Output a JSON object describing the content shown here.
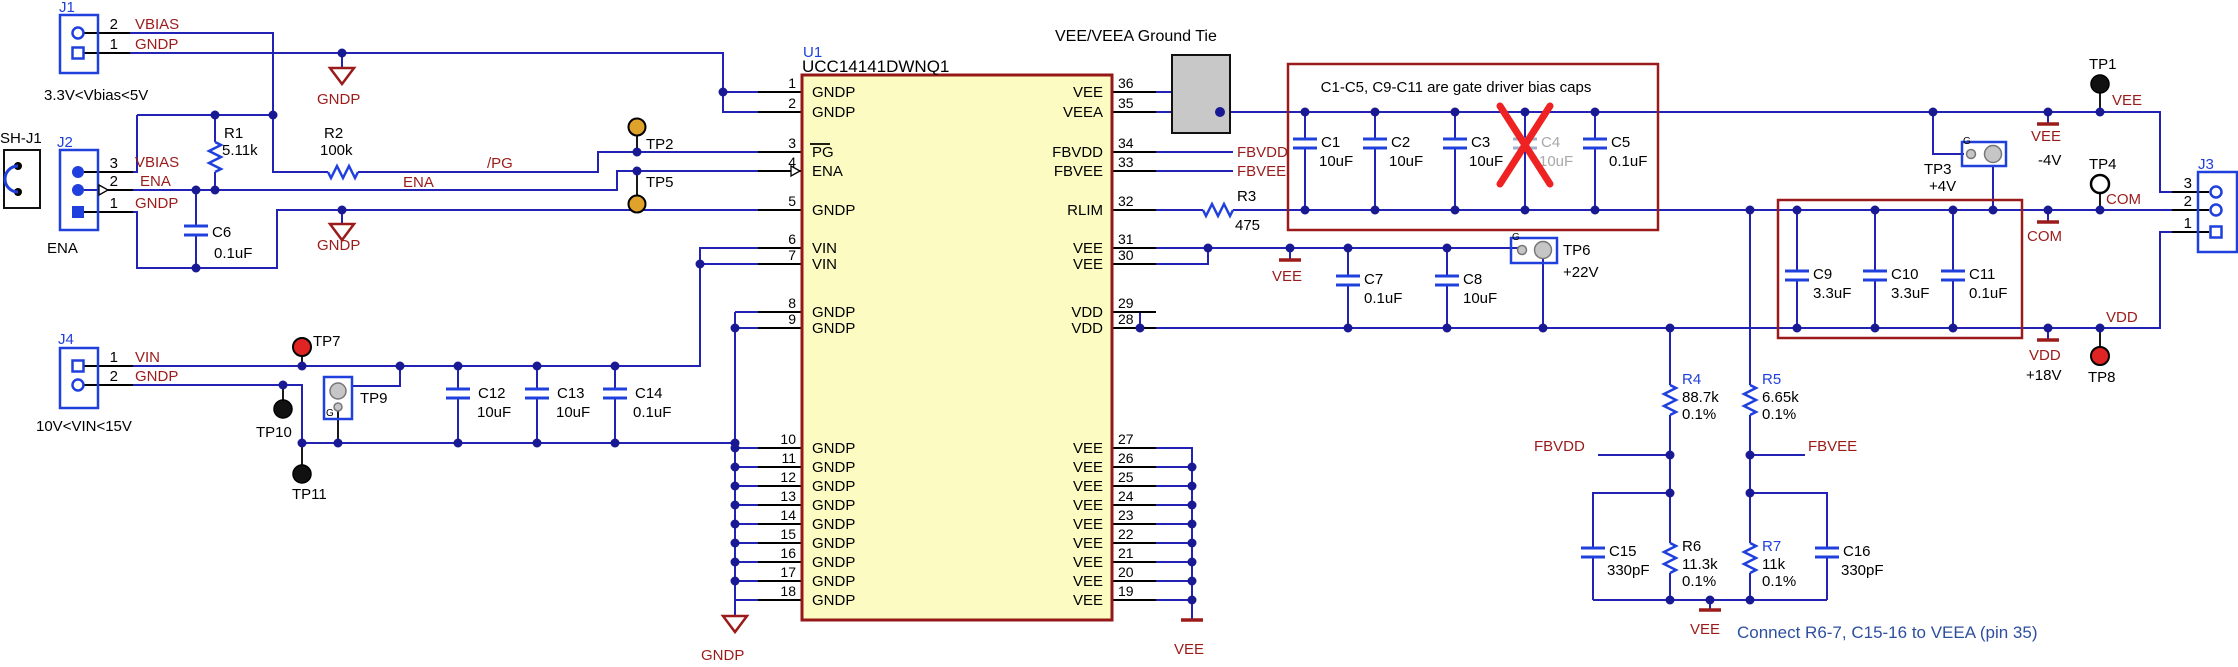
{
  "ic": {
    "ref": "U1",
    "part": "UCC14141DWNQ1",
    "left_pins": [
      [
        "1",
        "GNDP"
      ],
      [
        "2",
        "GNDP"
      ],
      [
        "3",
        "PG"
      ],
      [
        "4",
        "ENA"
      ],
      [
        "5",
        "GNDP"
      ],
      [
        "6",
        "VIN"
      ],
      [
        "7",
        "VIN"
      ],
      [
        "8",
        "GNDP"
      ],
      [
        "9",
        "GNDP"
      ],
      [
        "10",
        "GNDP"
      ],
      [
        "11",
        "GNDP"
      ],
      [
        "12",
        "GNDP"
      ],
      [
        "13",
        "GNDP"
      ],
      [
        "14",
        "GNDP"
      ],
      [
        "15",
        "GNDP"
      ],
      [
        "16",
        "GNDP"
      ],
      [
        "17",
        "GNDP"
      ],
      [
        "18",
        "GNDP"
      ]
    ],
    "right_pins": [
      [
        "36",
        "VEE"
      ],
      [
        "35",
        "VEEA"
      ],
      [
        "34",
        "FBVDD"
      ],
      [
        "33",
        "FBVEE"
      ],
      [
        "32",
        "RLIM"
      ],
      [
        "31",
        "VEE"
      ],
      [
        "30",
        "VEE"
      ],
      [
        "29",
        "VDD"
      ],
      [
        "28",
        "VDD"
      ],
      [
        "27",
        "VEE"
      ],
      [
        "26",
        "VEE"
      ],
      [
        "25",
        "VEE"
      ],
      [
        "24",
        "VEE"
      ],
      [
        "23",
        "VEE"
      ],
      [
        "22",
        "VEE"
      ],
      [
        "21",
        "VEE"
      ],
      [
        "20",
        "VEE"
      ],
      [
        "19",
        "VEE"
      ]
    ]
  },
  "connectors": {
    "j1": {
      "ref": "J1",
      "range_note": "3.3V<Vbias<5V",
      "pin_numbers": [
        "2",
        "1"
      ],
      "pin_nets": [
        "VBIAS",
        "GNDP"
      ]
    },
    "j2": {
      "ref": "J2",
      "name_note": "ENA",
      "pin_numbers": [
        "3",
        "2",
        "1"
      ],
      "pin_nets": [
        "VBIAS",
        "ENA",
        "GNDP"
      ]
    },
    "j4": {
      "ref": "J4",
      "range_note": "10V<VIN<15V",
      "pin_numbers": [
        "1",
        "2"
      ],
      "pin_nets": [
        "VIN",
        "GNDP"
      ]
    },
    "j3": {
      "ref": "J3",
      "pin_numbers": [
        "3",
        "2",
        "1"
      ]
    },
    "shunt": {
      "ref": "SH-J1"
    }
  },
  "resistors": {
    "r1": {
      "ref": "R1",
      "value": "5.11k"
    },
    "r2": {
      "ref": "R2",
      "value": "100k"
    },
    "r3": {
      "ref": "R3",
      "value": "475"
    },
    "r4": {
      "ref": "R4",
      "value": "88.7k",
      "tolerance": "0.1%"
    },
    "r5": {
      "ref": "R5",
      "value": "6.65k",
      "tolerance": "0.1%"
    },
    "r6": {
      "ref": "R6",
      "value": "11.3k",
      "tolerance": "0.1%"
    },
    "r7": {
      "ref": "R7",
      "value": "11k",
      "tolerance": "0.1%"
    }
  },
  "capacitors": {
    "c1": {
      "ref": "C1",
      "value": "10uF"
    },
    "c2": {
      "ref": "C2",
      "value": "10uF"
    },
    "c3": {
      "ref": "C3",
      "value": "10uF"
    },
    "c4": {
      "ref": "C4",
      "value": "10uF",
      "status": "crossed-out"
    },
    "c5": {
      "ref": "C5",
      "value": "0.1uF"
    },
    "c6": {
      "ref": "C6",
      "value": "0.1uF"
    },
    "c7": {
      "ref": "C7",
      "value": "0.1uF"
    },
    "c8": {
      "ref": "C8",
      "value": "10uF"
    },
    "c9": {
      "ref": "C9",
      "value": "3.3uF"
    },
    "c10": {
      "ref": "C10",
      "value": "3.3uF"
    },
    "c11": {
      "ref": "C11",
      "value": "0.1uF"
    },
    "c12": {
      "ref": "C12",
      "value": "10uF"
    },
    "c13": {
      "ref": "C13",
      "value": "10uF"
    },
    "c14": {
      "ref": "C14",
      "value": "0.1uF"
    },
    "c15": {
      "ref": "C15",
      "value": "330pF"
    },
    "c16": {
      "ref": "C16",
      "value": "330pF"
    }
  },
  "test_points": {
    "tp1": "TP1",
    "tp2": "TP2",
    "tp3": "TP3",
    "tp4": "TP4",
    "tp5": "TP5",
    "tp6": "TP6",
    "tp7": "TP7",
    "tp8": "TP8",
    "tp9": "TP9",
    "tp10": "TP10",
    "tp11": "TP11",
    "ground_pad": "G"
  },
  "voltages": {
    "tp3": "+4V",
    "tp6": "+22V",
    "vee_rail": "-4V",
    "vdd_rail": "+18V"
  },
  "net_labels": {
    "vbias": "VBIAS",
    "gndp": "GNDP",
    "ena": "ENA",
    "pg": "/PG",
    "vin": "VIN",
    "vee": "VEE",
    "com": "COM",
    "vdd": "VDD",
    "fbvdd": "FBVDD",
    "fbvee": "FBVEE"
  },
  "notes": {
    "ground_tie": "VEE/VEEA Ground Tie",
    "bias_caps": "C1-C5, C9-C11 are gate driver bias caps",
    "feedback": "Connect R6-7, C15-16 to VEEA (pin 35)"
  },
  "colors": {
    "wire": "#2222b4",
    "component_blue": "#2040dd",
    "net_label": "#9b1b1b",
    "ic_fill": "#fcfcc2",
    "ic_border": "#951717",
    "annotation_blue": "#2d4f9e",
    "cross_red": "#ee2222",
    "tp_yellow": "#dfa22a",
    "tp_red": "#e02424"
  }
}
